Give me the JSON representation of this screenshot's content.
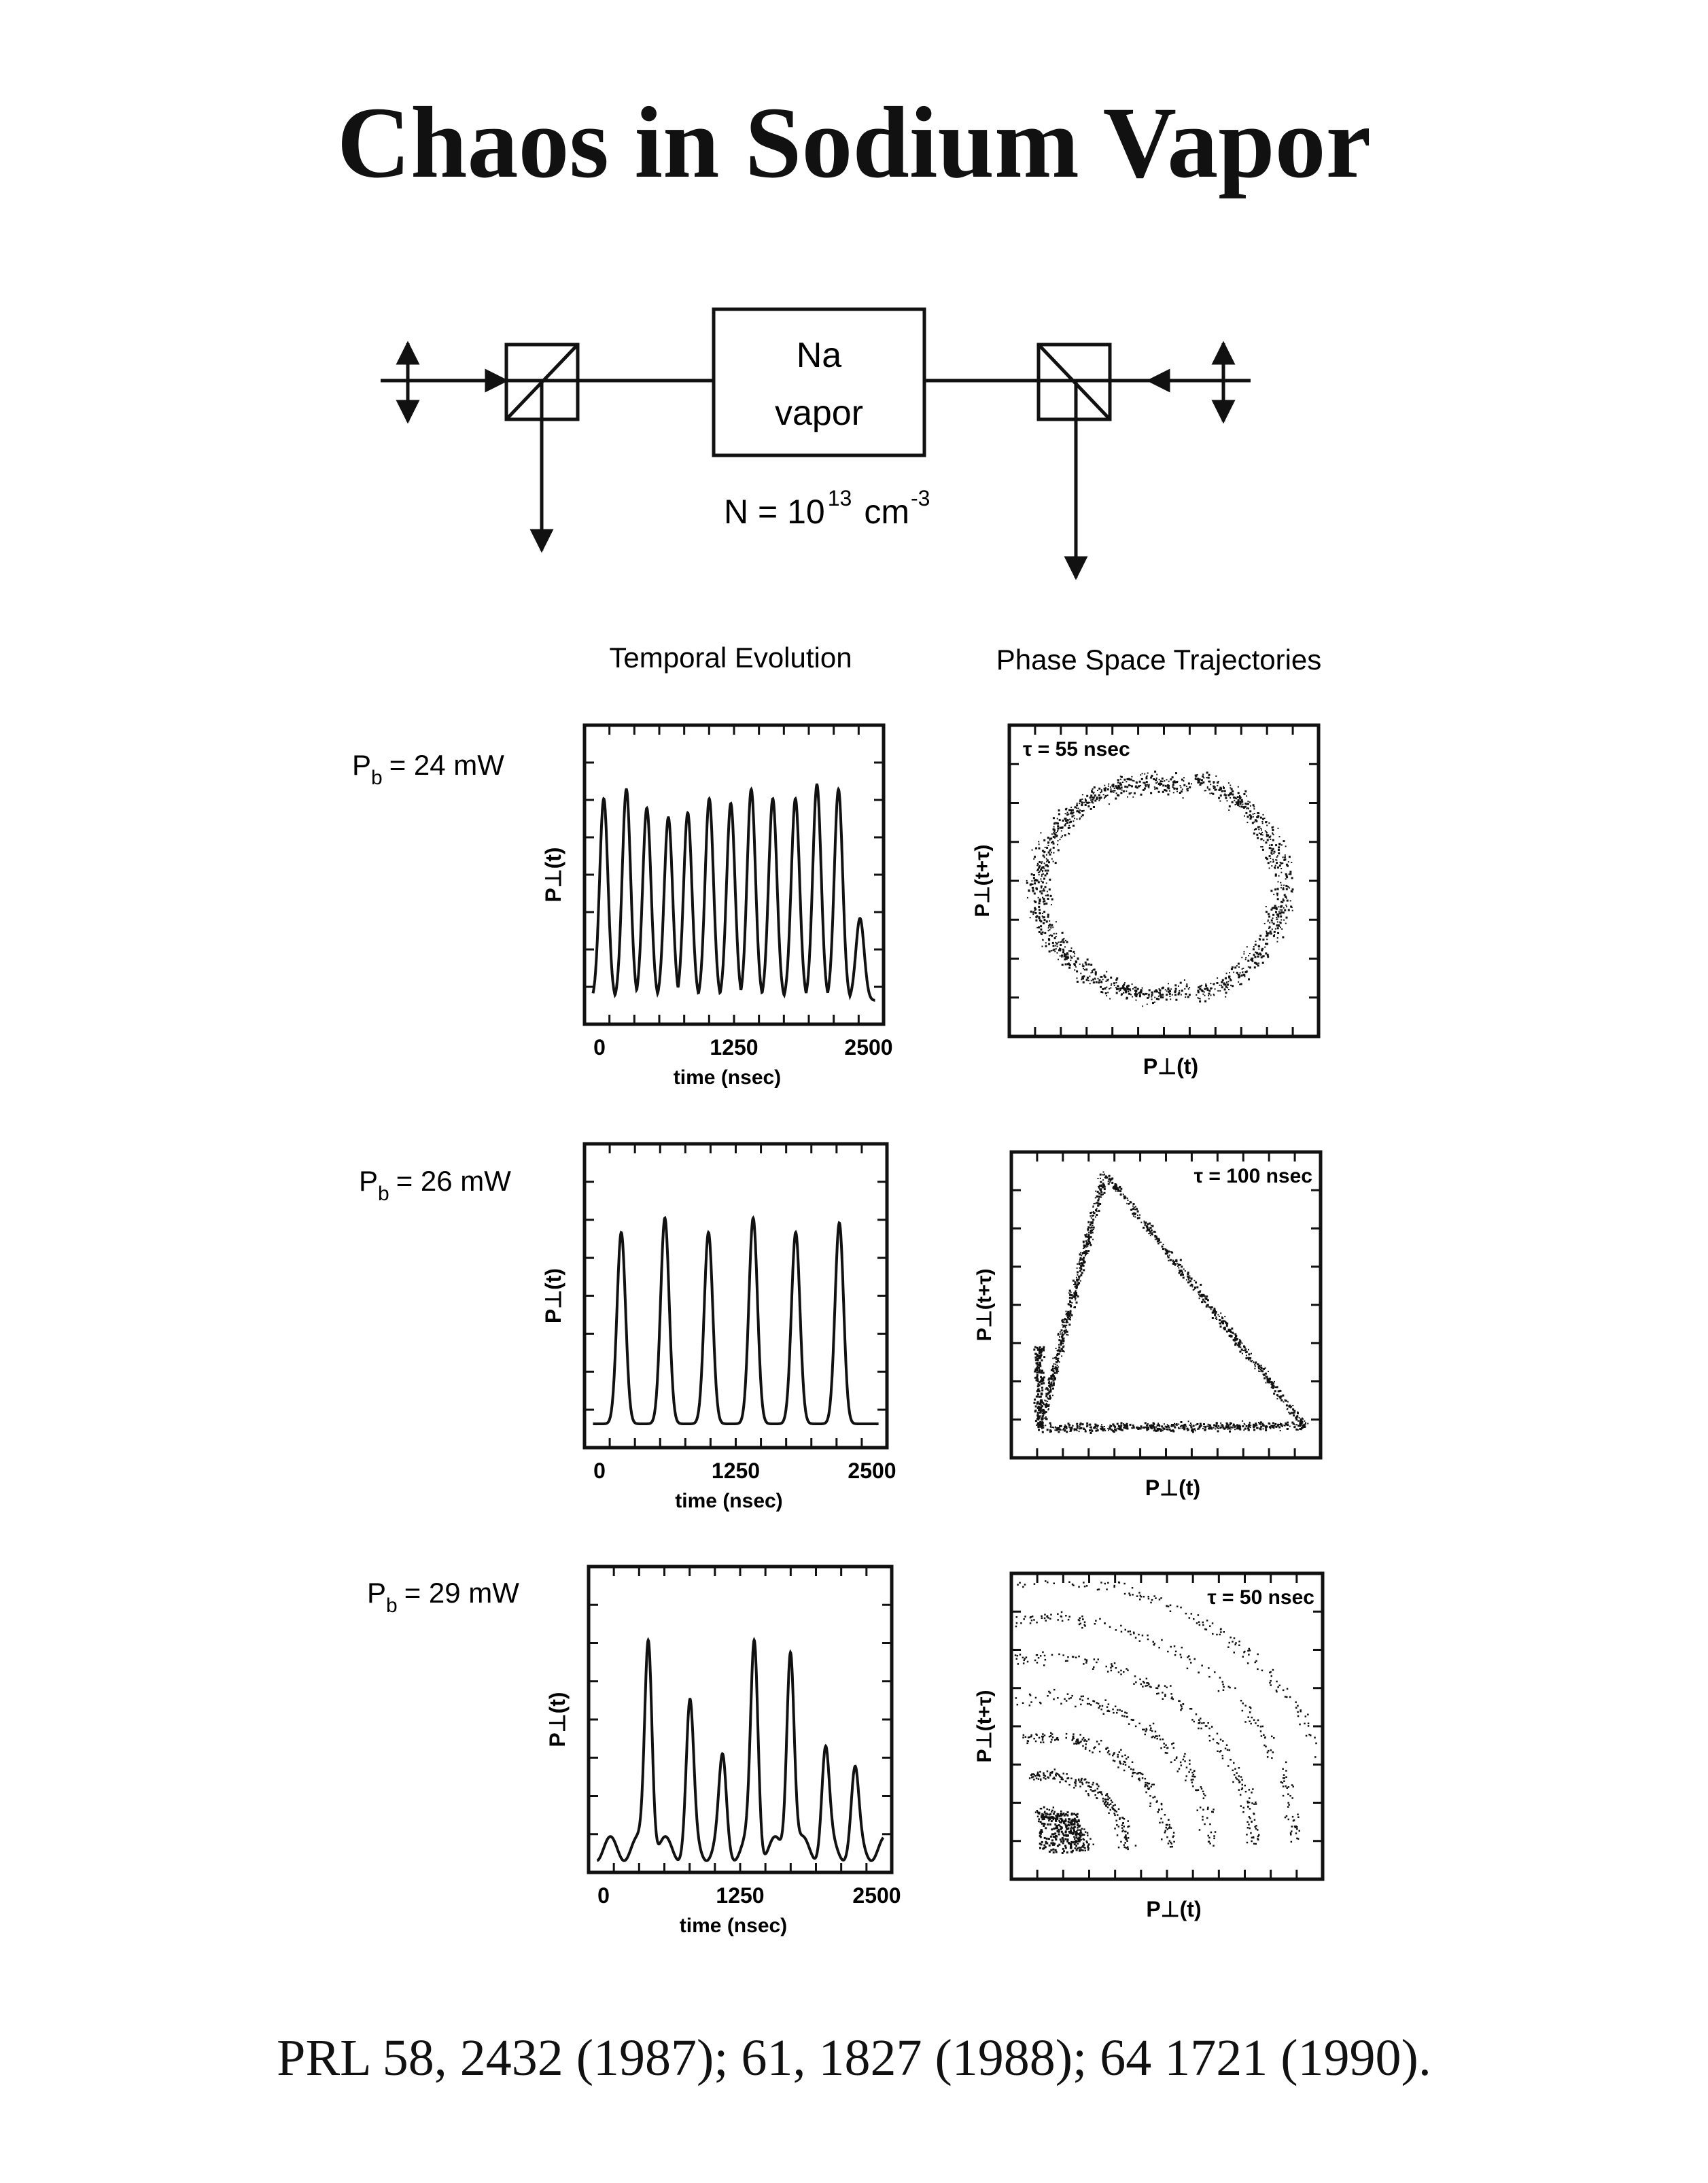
{
  "title": "Chaos in Sodium Vapor",
  "setup": {
    "cell_line1": "Na",
    "cell_line2": "vapor",
    "density_prefix": "N = 10",
    "density_exp": "13",
    "density_unit": "cm",
    "density_unit_exp": "-3"
  },
  "column_headers": {
    "temporal": "Temporal Evolution",
    "phase": "Phase Space Trajectories"
  },
  "rows": [
    {
      "pb_main": "P",
      "pb_sub": "b",
      "pb_value": "= 24 mW",
      "tau": "τ = 55 nsec"
    },
    {
      "pb_main": "P",
      "pb_sub": "b",
      "pb_value": "= 26 mW",
      "tau": "τ = 100 nsec"
    },
    {
      "pb_main": "P",
      "pb_sub": "b",
      "pb_value": "= 29 mW",
      "tau": "τ = 50 nsec"
    }
  ],
  "axes": {
    "time_ticks": [
      "0",
      "1250",
      "2500"
    ],
    "time_label": "time (nsec)",
    "temporal_ylabel": "P⊥(t)",
    "phase_xlabel": "P⊥(t)",
    "phase_ylabel": "P⊥(t+τ)"
  },
  "chart_data": [
    {
      "type": "line",
      "title": "",
      "xlabel": "time (nsec)",
      "ylabel": "P⊥(t)",
      "xlim": [
        0,
        2500
      ],
      "peaks_time": [
        40,
        250,
        440,
        640,
        820,
        1020,
        1220,
        1410,
        1610,
        1820,
        2020,
        2220,
        2420
      ],
      "peaks_amplitude": [
        0.86,
        0.9,
        0.82,
        0.78,
        0.8,
        0.86,
        0.84,
        0.9,
        0.86,
        0.86,
        0.92,
        0.9,
        0.35
      ],
      "pattern": "regular periodic oscillation"
    },
    {
      "type": "line",
      "title": "",
      "xlabel": "time (nsec)",
      "ylabel": "P⊥(t)",
      "xlim": [
        0,
        2500
      ],
      "peaks_time": [
        200,
        600,
        1000,
        1410,
        1800,
        2200
      ],
      "peaks_amplitude": [
        0.8,
        0.86,
        0.8,
        0.86,
        0.8,
        0.84
      ],
      "pattern": "periodic pulses"
    },
    {
      "type": "line",
      "title": "",
      "xlabel": "time (nsec)",
      "ylabel": "P⊥(t)",
      "xlim": [
        0,
        2500
      ],
      "peaks_time": [
        410,
        790,
        1090,
        1380,
        1710,
        2030,
        2300
      ],
      "peaks_amplitude": [
        0.9,
        0.58,
        0.35,
        0.86,
        0.86,
        0.4,
        0.3
      ],
      "pattern": "irregular (chaotic) pulses"
    },
    {
      "type": "scatter",
      "title": "",
      "xlabel": "P⊥(t)",
      "ylabel": "P⊥(t+τ)",
      "annotation": "τ = 55 nsec",
      "shape": "ring"
    },
    {
      "type": "scatter",
      "title": "",
      "xlabel": "P⊥(t)",
      "ylabel": "P⊥(t+τ)",
      "annotation": "τ = 100 nsec",
      "shape": "triangle"
    },
    {
      "type": "scatter",
      "title": "",
      "xlabel": "P⊥(t)",
      "ylabel": "P⊥(t+τ)",
      "annotation": "τ = 50 nsec",
      "shape": "nested spiral cloud"
    }
  ],
  "citation": "PRL 58, 2432 (1987);  61, 1827 (1988); 64 1721 (1990)."
}
